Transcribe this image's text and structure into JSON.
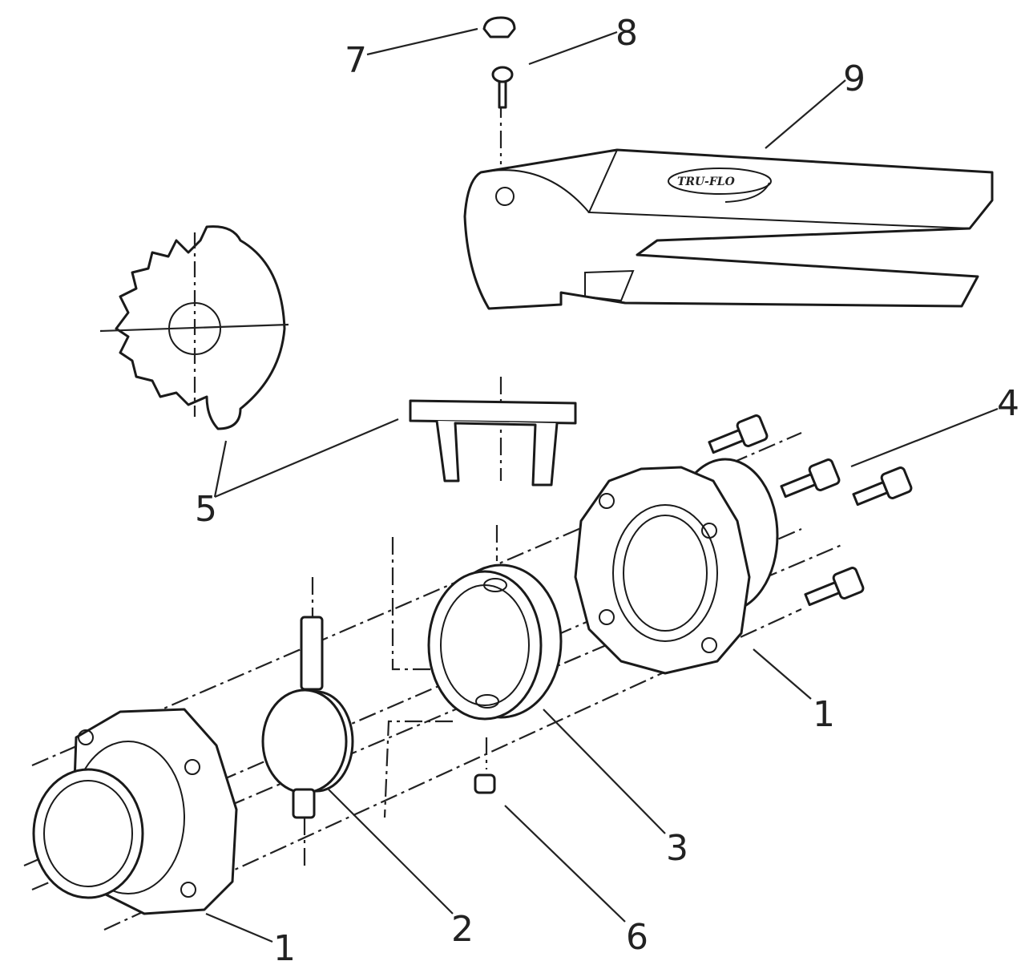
{
  "diagram": {
    "type": "exploded-parts-view",
    "logo_text": "TRU-FLO",
    "callouts": [
      {
        "id": "c7",
        "label": "7"
      },
      {
        "id": "c8",
        "label": "8"
      },
      {
        "id": "c9",
        "label": "9"
      },
      {
        "id": "c5",
        "label": "5"
      },
      {
        "id": "c4",
        "label": "4"
      },
      {
        "id": "c1a",
        "label": "1"
      },
      {
        "id": "c2",
        "label": "2"
      },
      {
        "id": "c3",
        "label": "3"
      },
      {
        "id": "c6",
        "label": "6"
      },
      {
        "id": "c1b",
        "label": "1"
      }
    ]
  }
}
